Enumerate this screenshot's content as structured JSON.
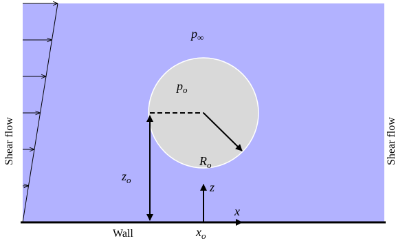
{
  "labels": {
    "shear_flow_left": "Shear flow",
    "shear_flow_right": "Shear flow",
    "p_inf": {
      "base": "p",
      "sub": "∞"
    },
    "p_o": {
      "base": "p",
      "sub": "o"
    },
    "R_o": {
      "base": "R",
      "sub": "o"
    },
    "z_o": {
      "base": "z",
      "sub": "o"
    },
    "x_o": {
      "base": "x",
      "sub": "o"
    },
    "axis_x": "x",
    "axis_z": "z",
    "wall": "Wall"
  },
  "colors": {
    "fluid": "#b2b2ff",
    "bubble": "#d9d9d9",
    "bubble_edge": "#ffffff",
    "ink": "#000000"
  },
  "shear_profile": {
    "arrow_count": 6,
    "description_velocity": "linear"
  }
}
